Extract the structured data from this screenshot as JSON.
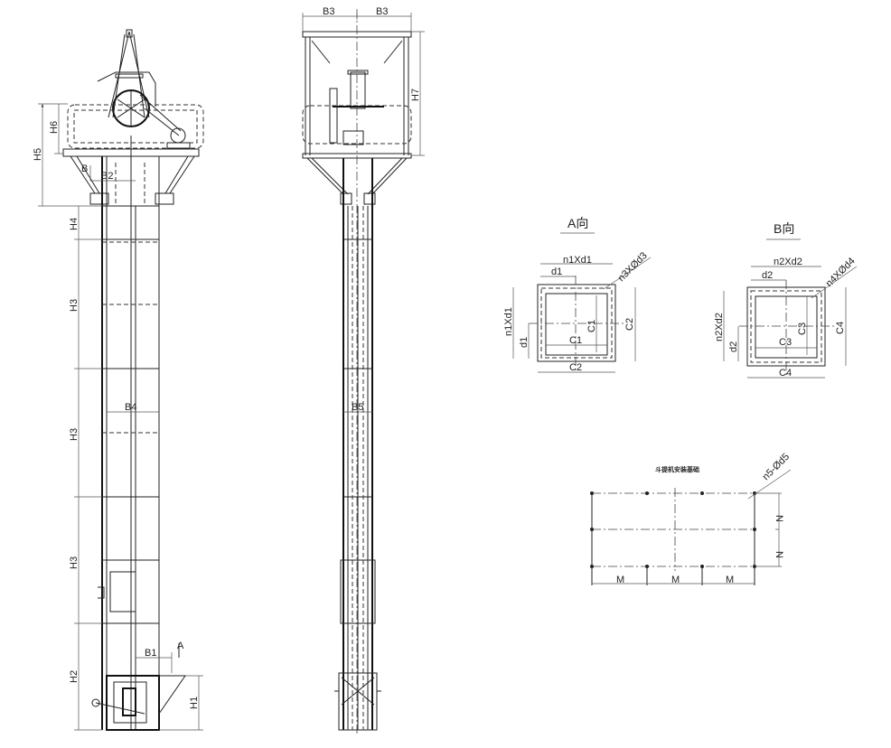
{
  "side_view": {
    "labels": {
      "H1": "H1",
      "H2": "H2",
      "H3": "H3",
      "H4": "H4",
      "H5": "H5",
      "H6": "H6",
      "B": "B",
      "B1": "B1",
      "B2": "B2",
      "B4": "B4",
      "A": "A"
    }
  },
  "front_view": {
    "labels": {
      "B3": "B3",
      "H7": "H7",
      "B5": "B5"
    }
  },
  "view_a": {
    "title": "A向",
    "labels": {
      "top": "n1Xd1",
      "d1": "d1",
      "holes": "n3XØd3",
      "left": "n1Xd1",
      "d1_v": "d1",
      "C1_h": "C1",
      "C1_v": "C1",
      "C2_h": "C2",
      "C2_v": "C2"
    }
  },
  "view_b": {
    "title": "B向",
    "labels": {
      "top": "n2Xd2",
      "d2": "d2",
      "holes": "n4XØd4",
      "left": "n2Xd2",
      "d2_v": "d2",
      "C3_h": "C3",
      "C3_v": "C3",
      "C4_h": "C4",
      "C4_v": "C4"
    }
  },
  "foundation": {
    "title": "斗提机安装基础",
    "holes": "n5-Ød5",
    "N": "N",
    "M": "M"
  }
}
